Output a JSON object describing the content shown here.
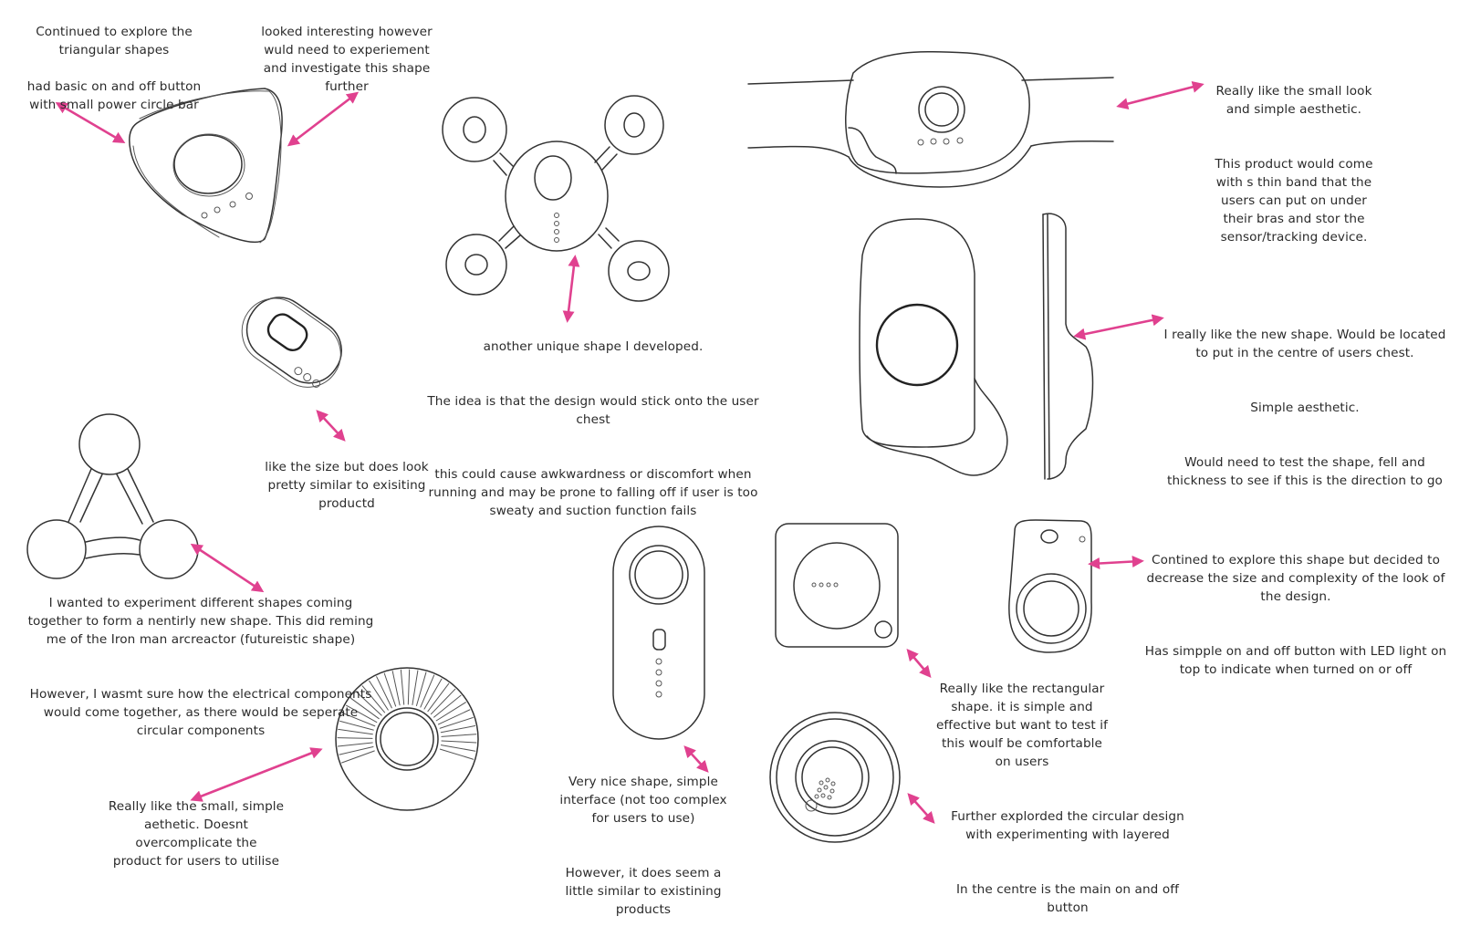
{
  "board": {
    "title": "Wearable sensor concept sketches",
    "accent_color": "#e0418f",
    "ink_color": "#333333"
  },
  "notes": {
    "triangle_explore": [
      "Continued to explore the\ntriangular shapes"
    ],
    "triangle_button": [
      "had basic on and off button\nwith small power circle bar"
    ],
    "triangle_interesting": [
      "looked interesting however\nwuld need to experiement\nand investigate this shape\nfurther"
    ],
    "band": [
      "Really like the small look\nand simple aesthetic.",
      "This product would come\nwith s thin band that the\nusers can put on under\ntheir bras and stor the\nsensor/tracking device."
    ],
    "clover": [
      "another unique shape I developed.",
      "The idea is that the design would stick onto the user\nchest",
      "this could cause awkwardness or discomfort when\nrunning and may be prone to falling off if user is too\nsweaty and suction function fails"
    ],
    "pebble": [
      "like the size but does look\npretty similar to exisiting\nproductd"
    ],
    "chest_shape": [
      "I really like the new shape. Would be located\nto put in the centre of users chest.",
      "Simple aesthetic.",
      "Would need to test the shape, fell and\nthickness to see if this is the direction to go"
    ],
    "arc_reactor": [
      "I wanted to experiment different shapes coming\ntogether to form a nentirly new shape. This did reming\nme of the Iron man arcreactor (futureistic shape)",
      "However, I wasmt sure how the electrical components\nwould come together, as there would be seperate\ncircular components"
    ],
    "disc": [
      "Really like the small, simple\naethetic. Doesnt\novercomplicate the\nproduct for users to utilise"
    ],
    "capsule": [
      "Very nice shape, simple\ninterface (not too complex\nfor users to use)",
      "However, it does seem a\nlittle similar to existining\nproducts"
    ],
    "square": [
      "Really like the rectangular\nshape. it is simple and\neffective but want to test if\nthis woulf be comfortable\non users"
    ],
    "tag": [
      "Contined to explore this shape but decided to\ndecrease the size and complexity of the look of\nthe design.",
      "Has simpple on and off button with LED light on\ntop to indicate when turned on or off"
    ],
    "circular": [
      "Further explorded the circular design\nwith experimenting with layered",
      "In the centre is the main on and off\nbutton"
    ]
  }
}
